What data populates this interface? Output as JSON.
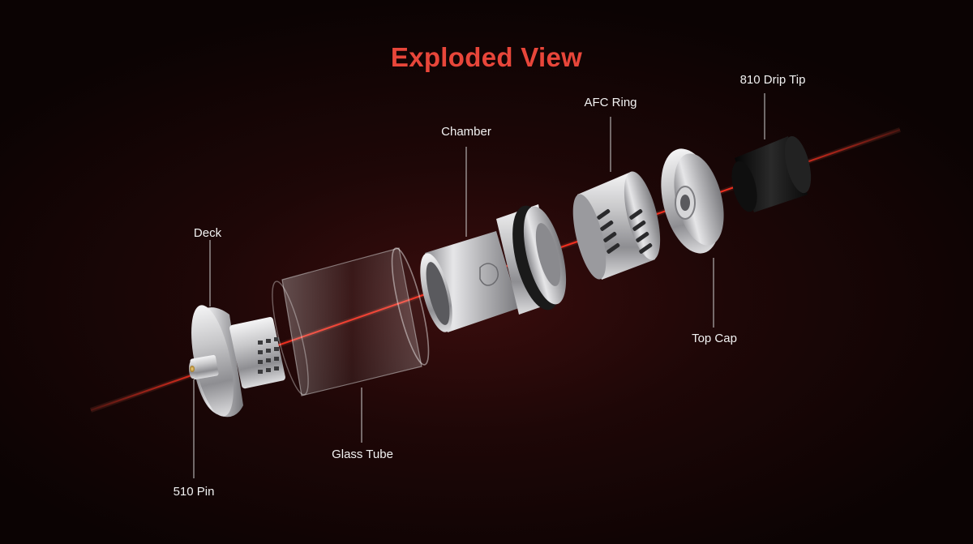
{
  "title": "Exploded View",
  "labels": {
    "deck": "Deck",
    "pin": "510 Pin",
    "glass": "Glass Tube",
    "chamber": "Chamber",
    "afc": "AFC Ring",
    "topcap": "Top Cap",
    "driptip": "810 Drip Tip"
  },
  "colors": {
    "title": "#e8463a",
    "laser": "#ff2a1a",
    "metal": "#c9c9cb",
    "drip_tip": "#151515"
  }
}
